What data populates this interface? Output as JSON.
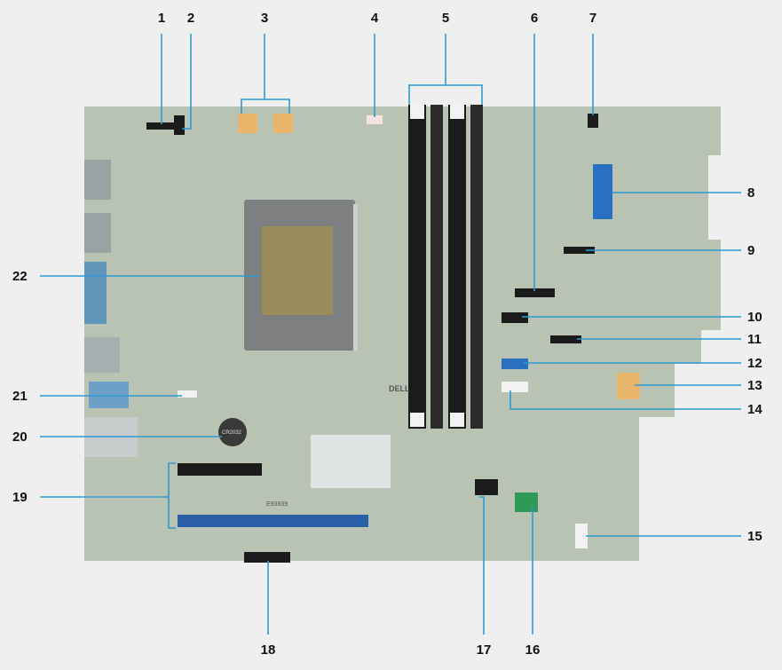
{
  "callouts": [
    "1",
    "2",
    "3",
    "4",
    "5",
    "6",
    "7",
    "8",
    "9",
    "10",
    "11",
    "12",
    "13",
    "14",
    "15",
    "16",
    "17",
    "18",
    "19",
    "20",
    "21",
    "22"
  ],
  "board_marks": {
    "logo": "DELL",
    "battery": "CR2032",
    "cert": "E93839"
  },
  "colors": {
    "background": "#efefef",
    "board": "#b8c3b3",
    "leader": "#2f9ad2",
    "connector_blue": "#2a6fc0",
    "power_connector": "#e9b56b"
  }
}
